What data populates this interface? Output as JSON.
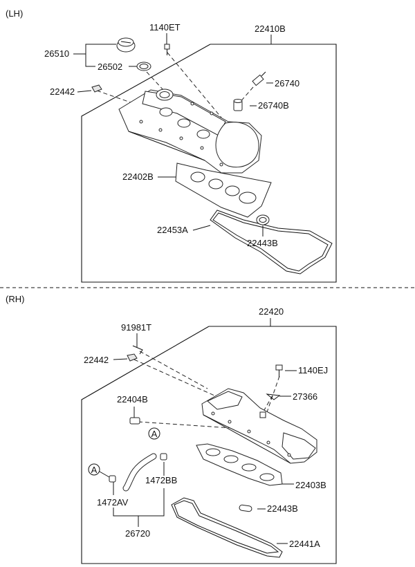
{
  "sections": {
    "lh": "(LH)",
    "rh": "(RH)"
  },
  "lh_parts": {
    "p26510": "26510",
    "p26502": "26502",
    "p1140ET": "1140ET",
    "p22410B": "22410B",
    "p22442": "22442",
    "p26740": "26740",
    "p26740B": "26740B",
    "p22402B": "22402B",
    "p22453A": "22453A",
    "p22443B": "22443B"
  },
  "rh_parts": {
    "p22420": "22420",
    "p91981T": "91981T",
    "p22442": "22442",
    "p1140EJ": "1140EJ",
    "p27366": "27366",
    "p22404B": "22404B",
    "p1472BB": "1472BB",
    "p22403B": "22403B",
    "p1472AV": "1472AV",
    "p22443B": "22443B",
    "p26720": "26720",
    "p22441A": "22441A"
  },
  "markers": {
    "a1": "A",
    "a2": "A"
  }
}
